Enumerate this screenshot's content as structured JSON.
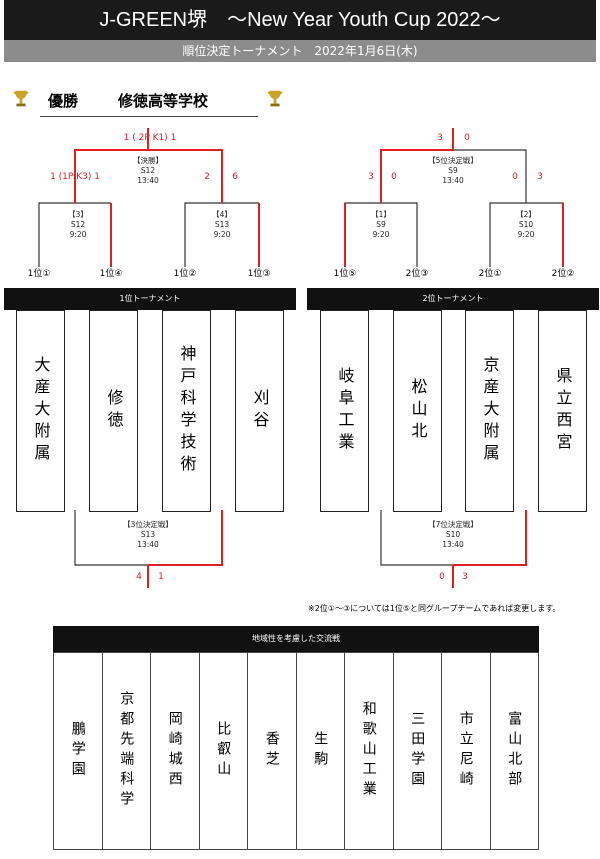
{
  "header": {
    "title": "J-GREEN堺　～New Year Youth Cup 2022～",
    "subtitle": "順位決定トーナメント　2022年1月6日(木)"
  },
  "champion": {
    "label": "優勝",
    "name": "修徳高等学校"
  },
  "left_bracket": {
    "final": {
      "label": "【決勝】",
      "field": "S12",
      "time": "13:40",
      "score_top": "1 ( 2P K1) 1",
      "score_left": "1 (1P K3) 1",
      "score_right_a": "2",
      "score_right_b": "6"
    },
    "m3": {
      "label": "【3】",
      "field": "S12",
      "time": "9:20"
    },
    "m4": {
      "label": "【4】",
      "field": "S13",
      "time": "9:20"
    },
    "seeds": [
      "1位①",
      "1位④",
      "1位②",
      "1位③"
    ],
    "band": "1位トーナメント",
    "teams": [
      "大産大附属",
      "修徳",
      "神戸科学技術",
      "刈谷"
    ],
    "third": {
      "label": "【3位決定戦】",
      "field": "S13",
      "time": "13:40",
      "score_a": "4",
      "score_b": "1"
    }
  },
  "right_bracket": {
    "final": {
      "label": "【5位決定戦】",
      "field": "S9",
      "time": "13:40",
      "score_top_a": "3",
      "score_top_b": "0",
      "score_left_a": "3",
      "score_left_b": "0",
      "score_right_a": "0",
      "score_right_b": "3"
    },
    "m1": {
      "label": "【1】",
      "field": "S9",
      "time": "9:20"
    },
    "m2": {
      "label": "【2】",
      "field": "S10",
      "time": "9:20"
    },
    "seeds": [
      "1位⑤",
      "2位③",
      "2位①",
      "2位②"
    ],
    "band": "2位トーナメント",
    "teams": [
      "岐阜工業",
      "松山北",
      "京産大附属",
      "県立西宮"
    ],
    "seventh": {
      "label": "【7位決定戦】",
      "field": "S10",
      "time": "13:40",
      "score_a": "0",
      "score_b": "3"
    }
  },
  "note": "※2位①～③については1位⑤と同グループチームであれば変更します。",
  "friendly": {
    "title": "地域性を考慮した交流戦",
    "teams": [
      "鵬学園",
      "京都先端科学",
      "岡崎城西",
      "比叡山",
      "香芝",
      "生駒",
      "和歌山工業",
      "三田学園",
      "市立尼崎",
      "富山北部"
    ]
  },
  "colors": {
    "winner_line": "#e02020",
    "line": "#333333",
    "header_bg": "#1a1a1a",
    "subheader_bg": "#8c8c8c",
    "trophy": "#c9a227"
  }
}
